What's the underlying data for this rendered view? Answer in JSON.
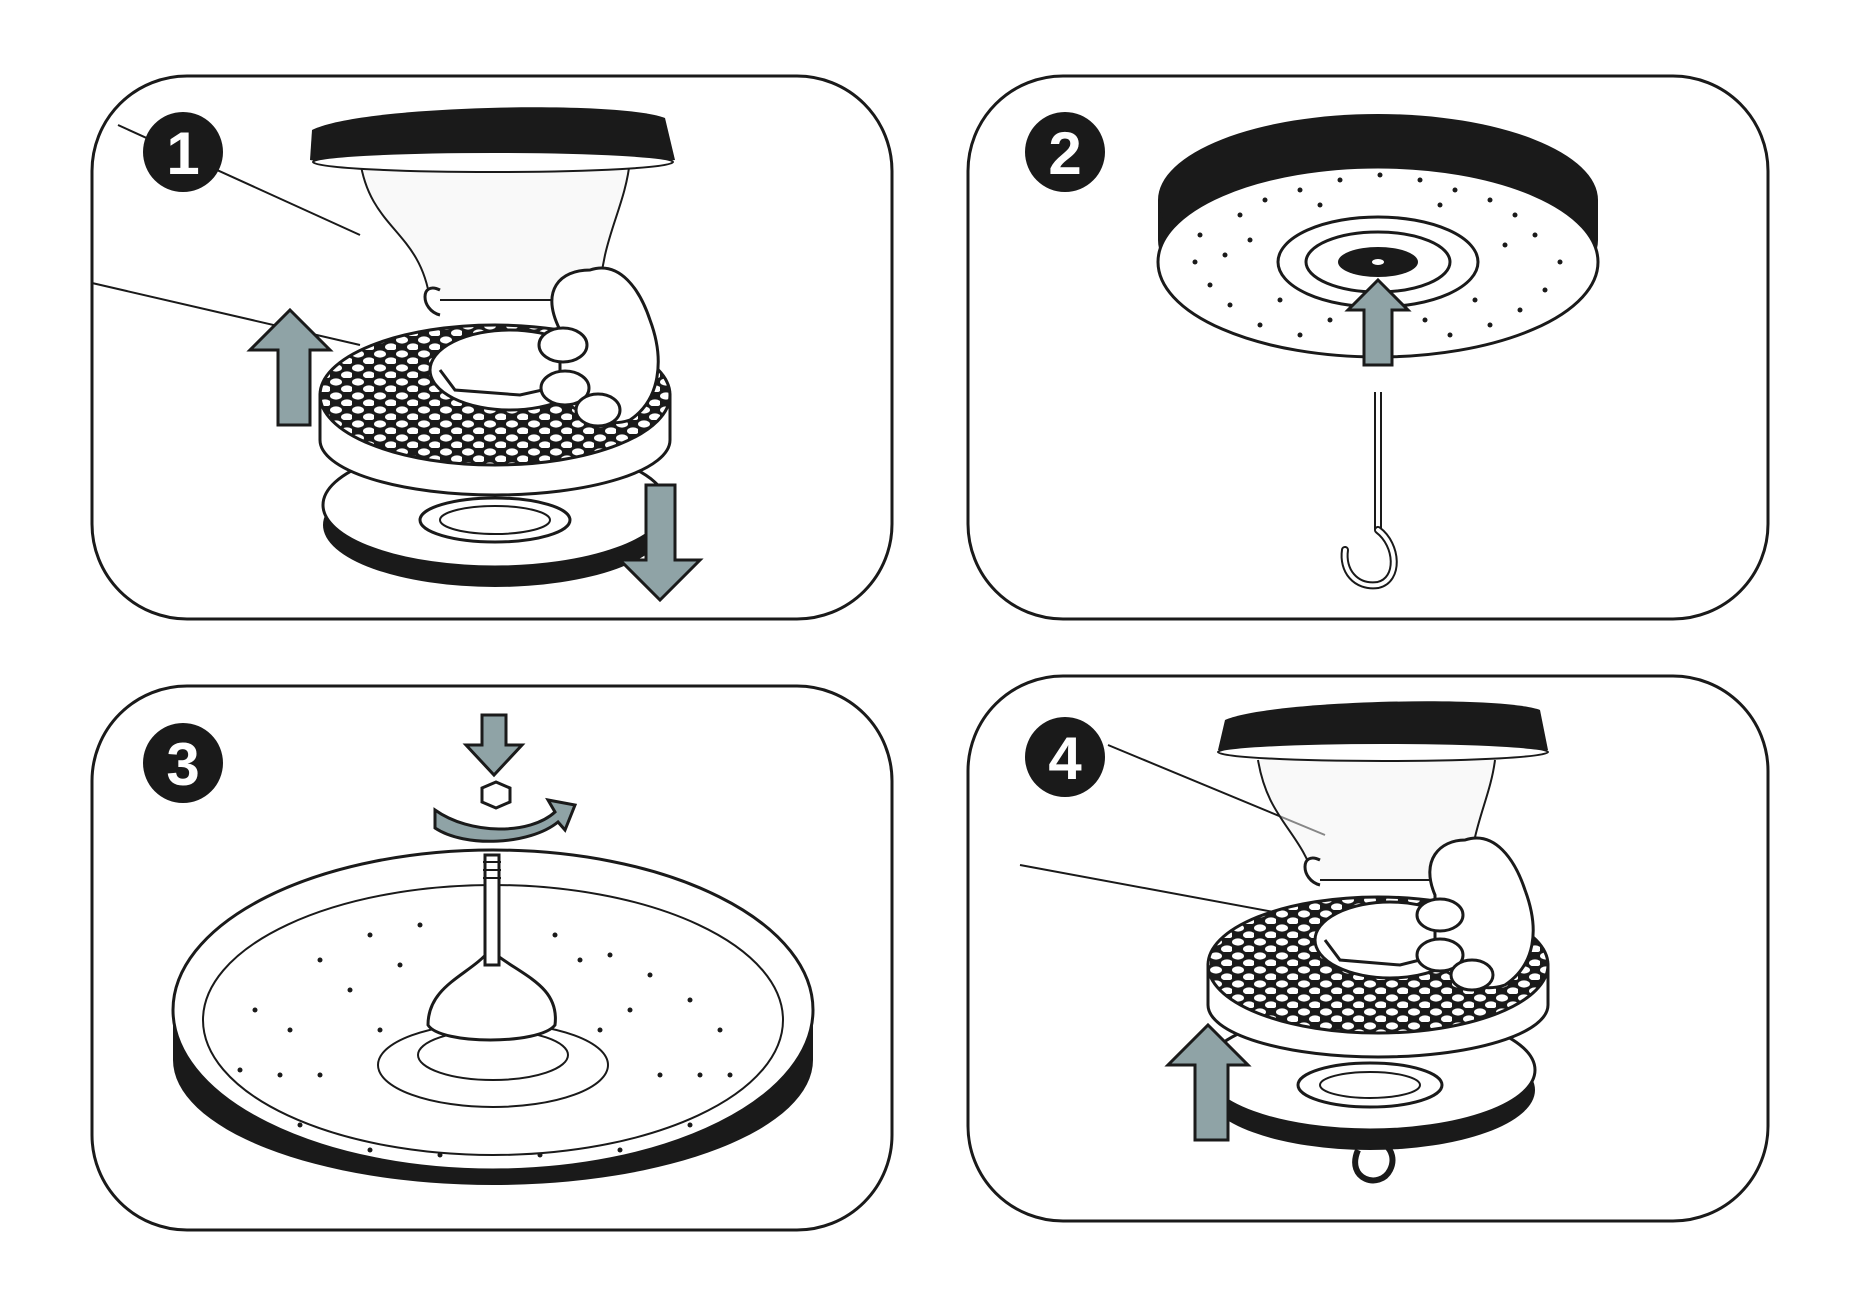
{
  "colors": {
    "ink": "#1a1a1a",
    "arrow_fill": "#8fa3a6",
    "arrow_stroke": "#1a1a1a",
    "paper": "#ffffff",
    "vent_glass": "#d9d9d9"
  },
  "steps": [
    {
      "number": "1",
      "icons": [
        "arrow-up-icon",
        "arrow-down-icon",
        "hand-icon",
        "vent-cap-icon"
      ]
    },
    {
      "number": "2",
      "icons": [
        "arrow-up-icon",
        "hook-rod-icon",
        "tray-underside-icon"
      ]
    },
    {
      "number": "3",
      "icons": [
        "arrow-down-icon",
        "rotate-arrow-icon",
        "hex-nut-icon",
        "tray-icon"
      ]
    },
    {
      "number": "4",
      "icons": [
        "arrow-up-icon",
        "hand-icon",
        "vent-cap-icon",
        "hook-icon"
      ]
    }
  ]
}
